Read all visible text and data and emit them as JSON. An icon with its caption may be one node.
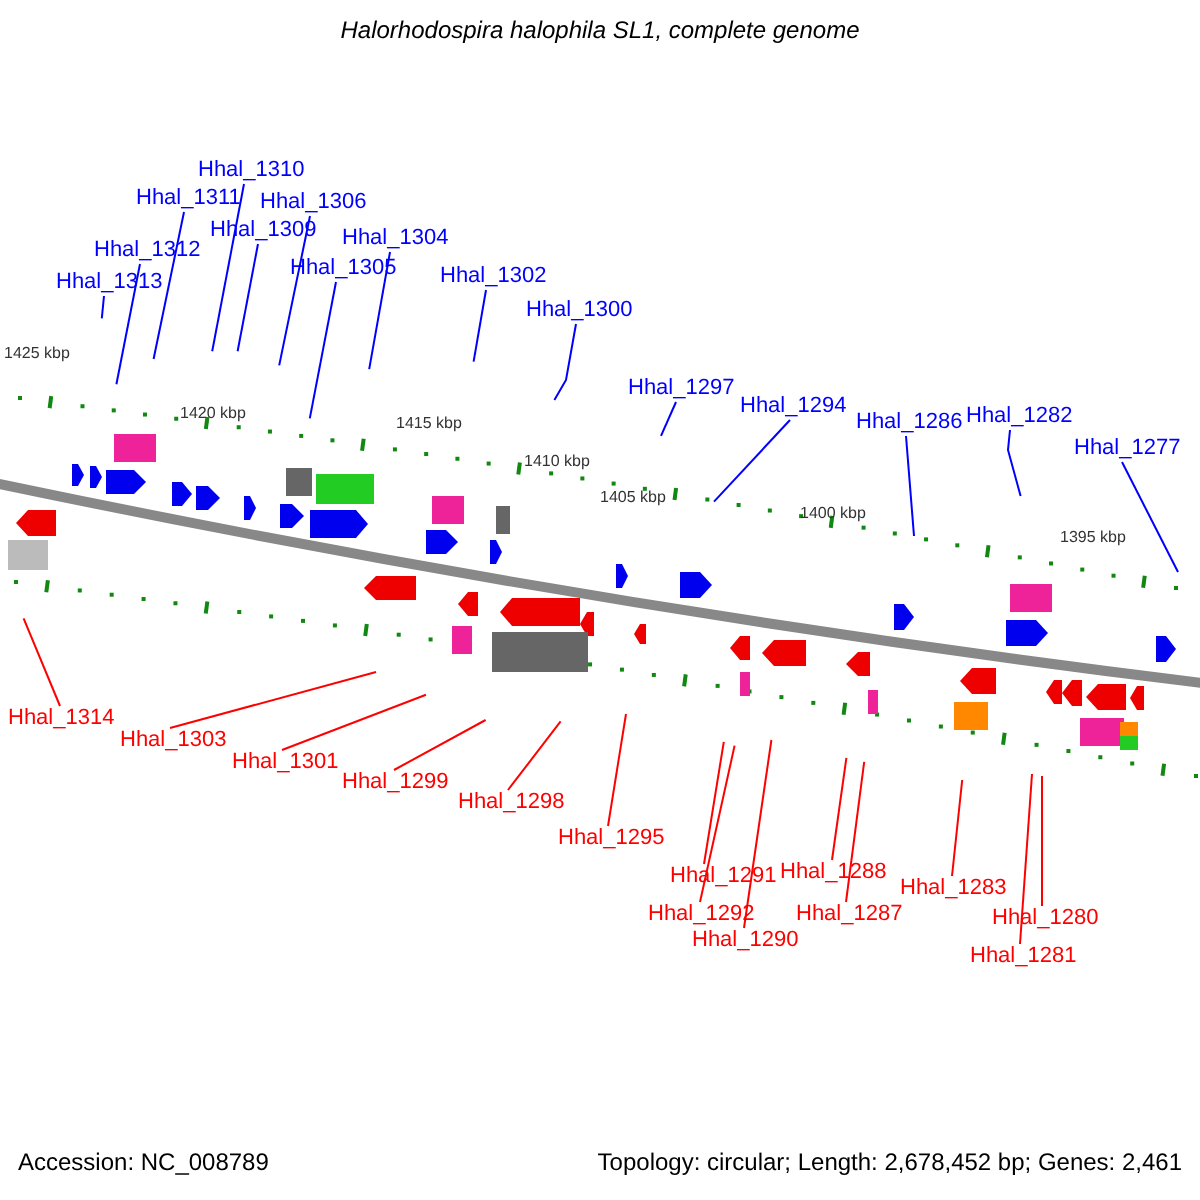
{
  "diagram": {
    "title": "Halorhodospira halophila SL1, complete genome",
    "nodes": [
      {
        "text": [
          "Hhal_1313"
        ]
      },
      {
        "text": [
          "Hhal_1312"
        ]
      },
      {
        "text": [
          "Hhal_1311"
        ]
      },
      {
        "text": [
          "Hhal_1310"
        ]
      },
      {
        "text": [
          "Hhal_1309"
        ]
      },
      {
        "text": [
          "Hhal_1306"
        ]
      },
      {
        "text": [
          "Hhal_1305"
        ]
      },
      {
        "text": [
          "Hhal_1304"
        ]
      },
      {
        "text": [
          "Hhal_1302"
        ]
      },
      {
        "text": [
          "Hhal_1300"
        ]
      },
      {
        "text": [
          "Hhal_1297"
        ]
      },
      {
        "text": [
          "Hhal_1294"
        ]
      },
      {
        "text": [
          "Hhal_1286"
        ]
      },
      {
        "text": [
          "Hhal_1282"
        ]
      },
      {
        "text": [
          "Hhal_1277"
        ]
      },
      {
        "text": [
          "Hhal_1314"
        ]
      },
      {
        "text": [
          "Hhal_1303"
        ]
      },
      {
        "text": [
          "Hhal_1301"
        ]
      },
      {
        "text": [
          "Hhal_1299"
        ]
      },
      {
        "text": [
          "Hhal_1298"
        ]
      },
      {
        "text": [
          "Hhal_1295"
        ]
      },
      {
        "text": [
          "Hhal_1291"
        ]
      },
      {
        "text": [
          "Hhal_1292"
        ]
      },
      {
        "text": [
          "Hhal_1290"
        ]
      },
      {
        "text": [
          "Hhal_1288"
        ]
      },
      {
        "text": [
          "Hhal_1287"
        ]
      },
      {
        "text": [
          "Hhal_1283"
        ]
      },
      {
        "text": [
          "Hhal_1280"
        ]
      },
      {
        "text": [
          "Hhal_1281"
        ]
      }
    ],
    "edges": [
      {
        "from": 0,
        "to": null,
        "arrow": "none",
        "color": "#0000ff"
      },
      {
        "from": 1,
        "to": null,
        "arrow": "none",
        "color": "#0000ff"
      },
      {
        "from": 2,
        "to": null,
        "arrow": "none",
        "color": "#0000ff"
      },
      {
        "from": 3,
        "to": null,
        "arrow": "none",
        "color": "#0000ff"
      },
      {
        "from": 4,
        "to": null,
        "arrow": "none",
        "color": "#0000ff"
      },
      {
        "from": 5,
        "to": null,
        "arrow": "none",
        "color": "#0000ff"
      },
      {
        "from": 6,
        "to": null,
        "arrow": "none",
        "color": "#0000ff"
      },
      {
        "from": 7,
        "to": null,
        "arrow": "none",
        "color": "#0000ff"
      },
      {
        "from": 8,
        "to": null,
        "arrow": "none",
        "color": "#0000ff"
      },
      {
        "from": 9,
        "to": null,
        "arrow": "none",
        "color": "#0000ff"
      },
      {
        "from": 10,
        "to": null,
        "arrow": "none",
        "color": "#0000ff"
      },
      {
        "from": 11,
        "to": null,
        "arrow": "none",
        "color": "#0000ff"
      },
      {
        "from": 12,
        "to": null,
        "arrow": "none",
        "color": "#0000ff"
      },
      {
        "from": 13,
        "to": null,
        "arrow": "none",
        "color": "#0000ff"
      },
      {
        "from": 14,
        "to": null,
        "arrow": "none",
        "color": "#0000ff"
      },
      {
        "from": 15,
        "to": null,
        "arrow": "none",
        "color": "#ff0000"
      },
      {
        "from": 16,
        "to": null,
        "arrow": "none",
        "color": "#ff0000"
      },
      {
        "from": 17,
        "to": null,
        "arrow": "none",
        "color": "#ff0000"
      },
      {
        "from": 18,
        "to": null,
        "arrow": "none",
        "color": "#ff0000"
      },
      {
        "from": 19,
        "to": null,
        "arrow": "none",
        "color": "#ff0000"
      },
      {
        "from": 20,
        "to": null,
        "arrow": "none",
        "color": "#ff0000"
      },
      {
        "from": 21,
        "to": null,
        "arrow": "none",
        "color": "#ff0000"
      },
      {
        "from": 22,
        "to": null,
        "arrow": "none",
        "color": "#ff0000"
      },
      {
        "from": 23,
        "to": null,
        "arrow": "none",
        "color": "#ff0000"
      },
      {
        "from": 24,
        "to": null,
        "arrow": "none",
        "color": "#ff0000"
      },
      {
        "from": 25,
        "to": null,
        "arrow": "none",
        "color": "#ff0000"
      },
      {
        "from": 26,
        "to": null,
        "arrow": "none",
        "color": "#ff0000"
      },
      {
        "from": 27,
        "to": null,
        "arrow": "none",
        "color": "#ff0000"
      },
      {
        "from": 28,
        "to": null,
        "arrow": "none",
        "color": "#ff0000"
      }
    ],
    "labels": [
      "1425 kbp",
      "1420 kbp",
      "1415 kbp",
      "1410 kbp",
      "1405 kbp",
      "1400 kbp",
      "1395 kbp",
      "Accession: NC_008789",
      "Topology: circular; Length: 2,678,452 bp; Genes: 2,461"
    ]
  }
}
